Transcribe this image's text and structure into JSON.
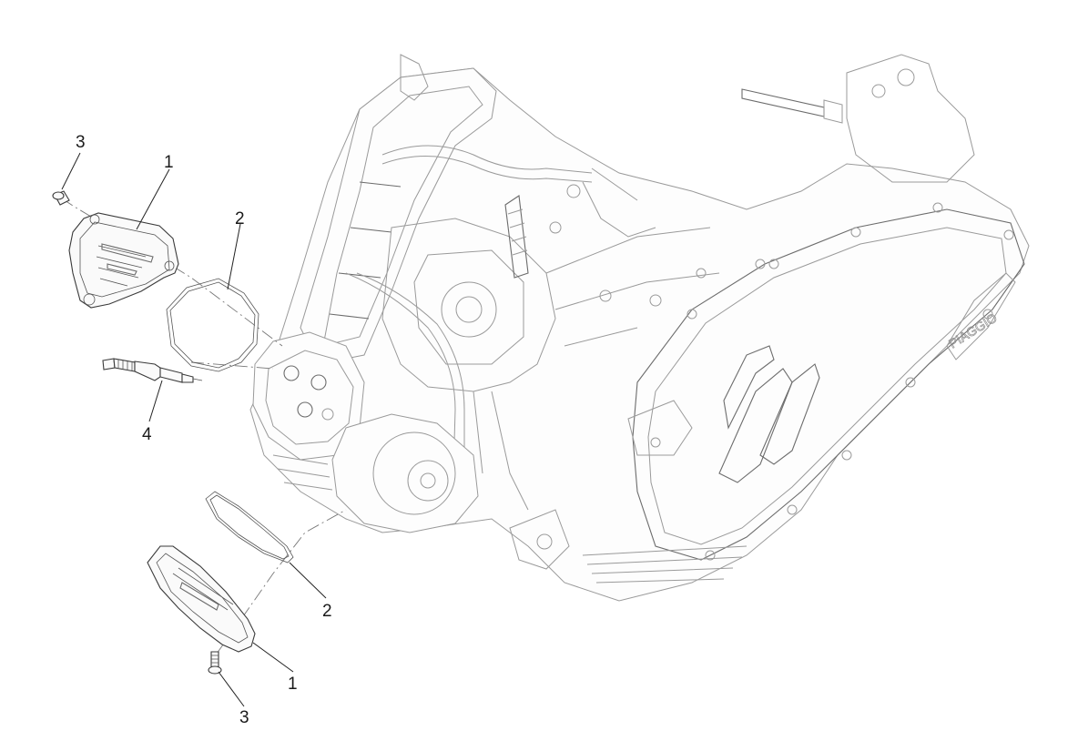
{
  "diagram": {
    "callouts": [
      {
        "id": "valve-cover-screw-top",
        "label": "3"
      },
      {
        "id": "valve-cover-top",
        "label": "1"
      },
      {
        "id": "valve-cover-gasket-top",
        "label": "2"
      },
      {
        "id": "spark-plug",
        "label": "4"
      },
      {
        "id": "cover-gasket-bottom",
        "label": "2"
      },
      {
        "id": "cover-bottom",
        "label": "1"
      },
      {
        "id": "cover-screw-bottom",
        "label": "3"
      }
    ],
    "engine_brand_text": "PIAGGIO"
  }
}
